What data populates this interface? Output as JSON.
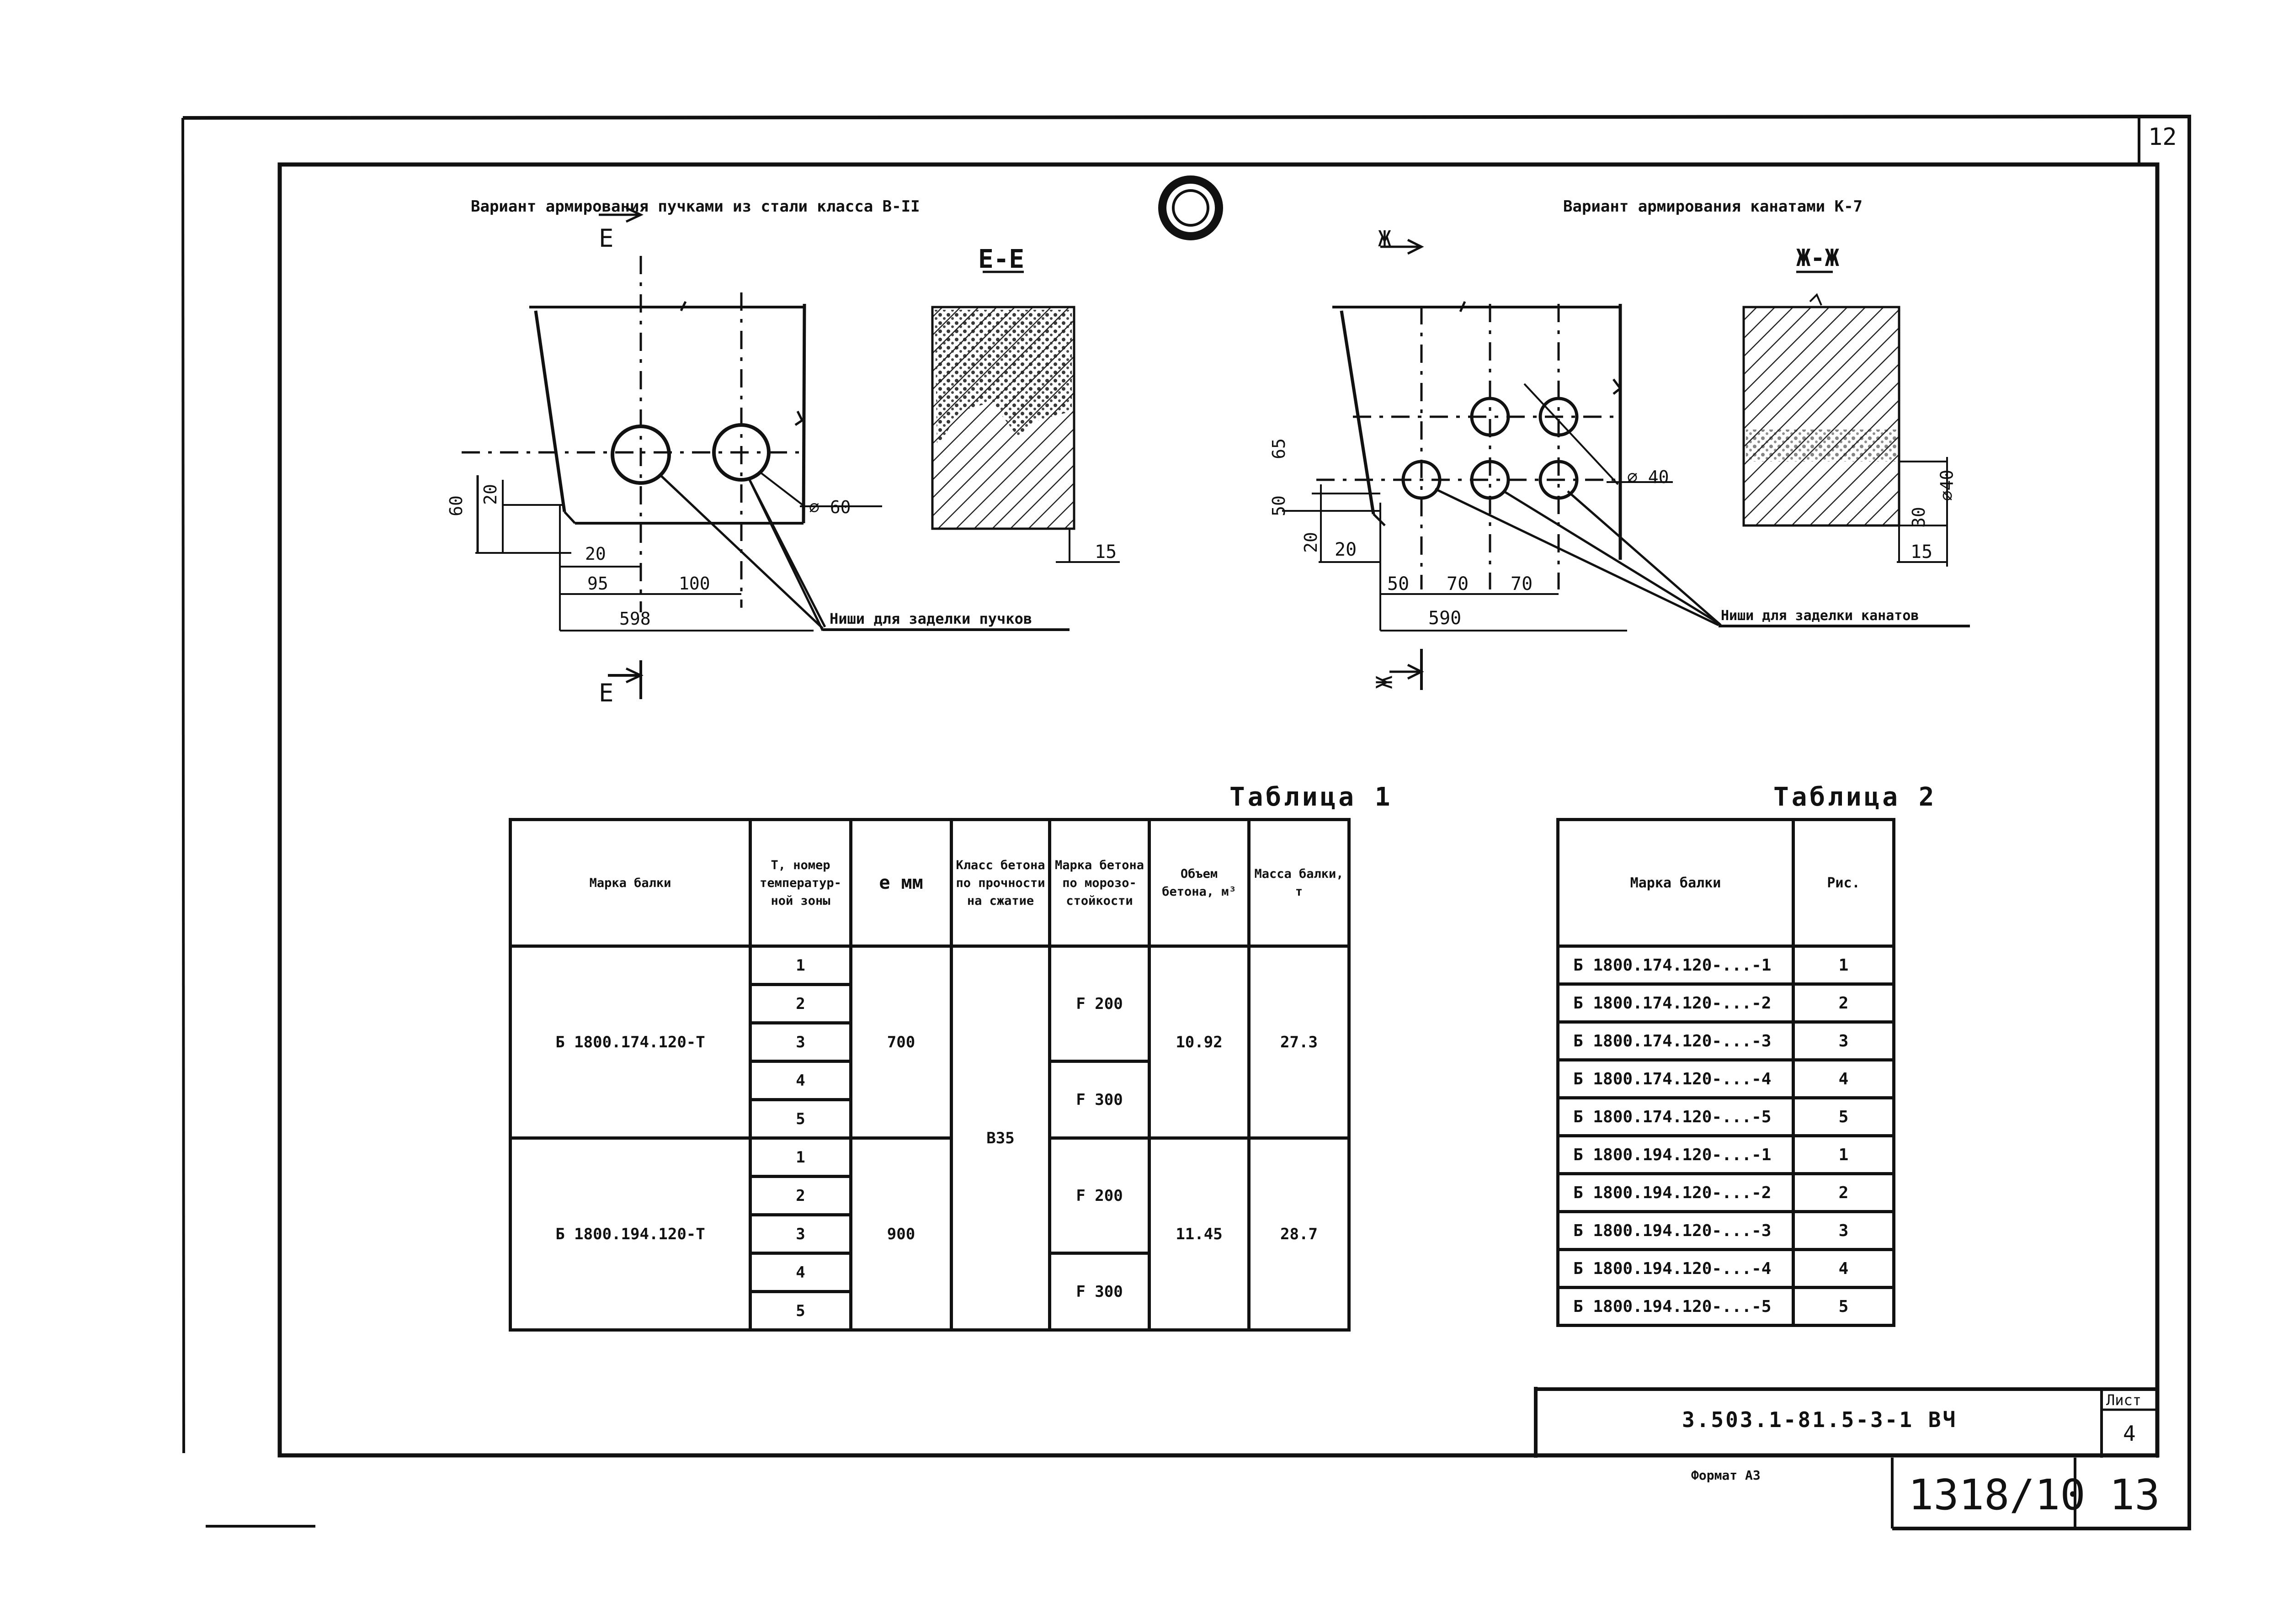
{
  "sheet_corner": "12",
  "left_figure": {
    "title": "Вариант армирования пучками из стали класса В-II",
    "cut_mark": "Е",
    "section_title": "Е-Е",
    "dims": {
      "d60": "60",
      "d20v": "20",
      "d20h": "20",
      "d95": "95",
      "d100": "100",
      "d598": "598",
      "d15": "15",
      "dia": "⌀ 60"
    },
    "callout": "Ниши для заделки пучков"
  },
  "right_figure": {
    "title": "Вариант армирования канатами К-7",
    "cut_mark": "Ж",
    "section_title": "Ж-Ж",
    "dims": {
      "d65": "65",
      "d50": "50",
      "d20v": "20",
      "d20h": "20",
      "d50h": "50",
      "d70a": "70",
      "d70b": "70",
      "d590": "590",
      "d15": "15",
      "d30": "30",
      "dia40": "⌀40",
      "dia": "⌀ 40"
    },
    "callout": "Ниши для заделки канатов"
  },
  "table1": {
    "caption": "Таблица 1",
    "headers": [
      "Марка балки",
      "Т, номер температур-ной зоны",
      "е мм",
      "Класс бетона по прочности на сжатие",
      "Марка бетона по морозо-стойкости",
      "Объем бетона, м³",
      "Масса балки, т"
    ],
    "groups": [
      {
        "mark": "Б 1800.174.120-Т",
        "zones": [
          "1",
          "2",
          "3",
          "4",
          "5"
        ],
        "e": "700",
        "f_top": "F 200",
        "f_bottom": "F 300",
        "volume": "10.92",
        "mass": "27.3"
      },
      {
        "mark": "Б 1800.194.120-Т",
        "zones": [
          "1",
          "2",
          "3",
          "4",
          "5"
        ],
        "e": "900",
        "f_top": "F 200",
        "f_bottom": "F 300",
        "volume": "11.45",
        "mass": "28.7"
      }
    ],
    "concrete_class": "В35"
  },
  "table2": {
    "caption": "Таблица 2",
    "headers": [
      "Марка балки",
      "Рис."
    ],
    "rows": [
      [
        "Б 1800.174.120-...-1",
        "1"
      ],
      [
        "Б 1800.174.120-...-2",
        "2"
      ],
      [
        "Б 1800.174.120-...-3",
        "3"
      ],
      [
        "Б 1800.174.120-...-4",
        "4"
      ],
      [
        "Б 1800.174.120-...-5",
        "5"
      ],
      [
        "Б 1800.194.120-...-1",
        "1"
      ],
      [
        "Б 1800.194.120-...-2",
        "2"
      ],
      [
        "Б 1800.194.120-...-3",
        "3"
      ],
      [
        "Б 1800.194.120-...-4",
        "4"
      ],
      [
        "Б 1800.194.120-...-5",
        "5"
      ]
    ]
  },
  "title_block": {
    "code": "3.503.1-81.5-3-1 ВЧ",
    "sheet_label": "Лист",
    "sheet_no": "4",
    "format": "Формат А3",
    "archive_no": "1318/10",
    "page_no": "13"
  }
}
